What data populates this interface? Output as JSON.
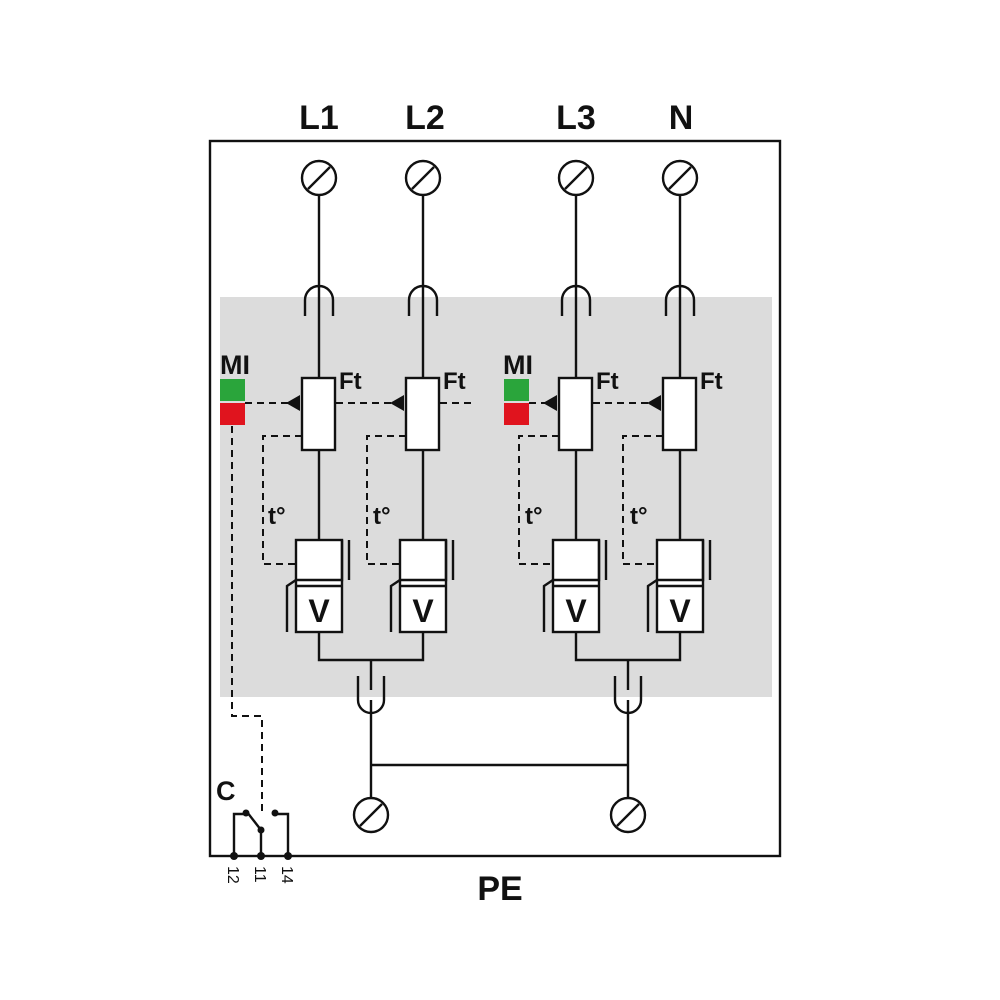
{
  "terminals": {
    "top": [
      {
        "id": "L1",
        "label": "L1"
      },
      {
        "id": "L2",
        "label": "L2"
      },
      {
        "id": "L3",
        "label": "L3"
      },
      {
        "id": "N",
        "label": "N"
      }
    ],
    "bottom_label": "PE"
  },
  "labels": {
    "indicator": "MI",
    "fuse": "Ft",
    "thermal": "t°",
    "varistor": "V",
    "contact": "C"
  },
  "contact_pins": [
    "12",
    "11",
    "14"
  ],
  "colors": {
    "module_fill": "#dcdcdc",
    "indicator_ok": "#2aa53b",
    "indicator_fault": "#e0141e",
    "line": "#111111"
  }
}
